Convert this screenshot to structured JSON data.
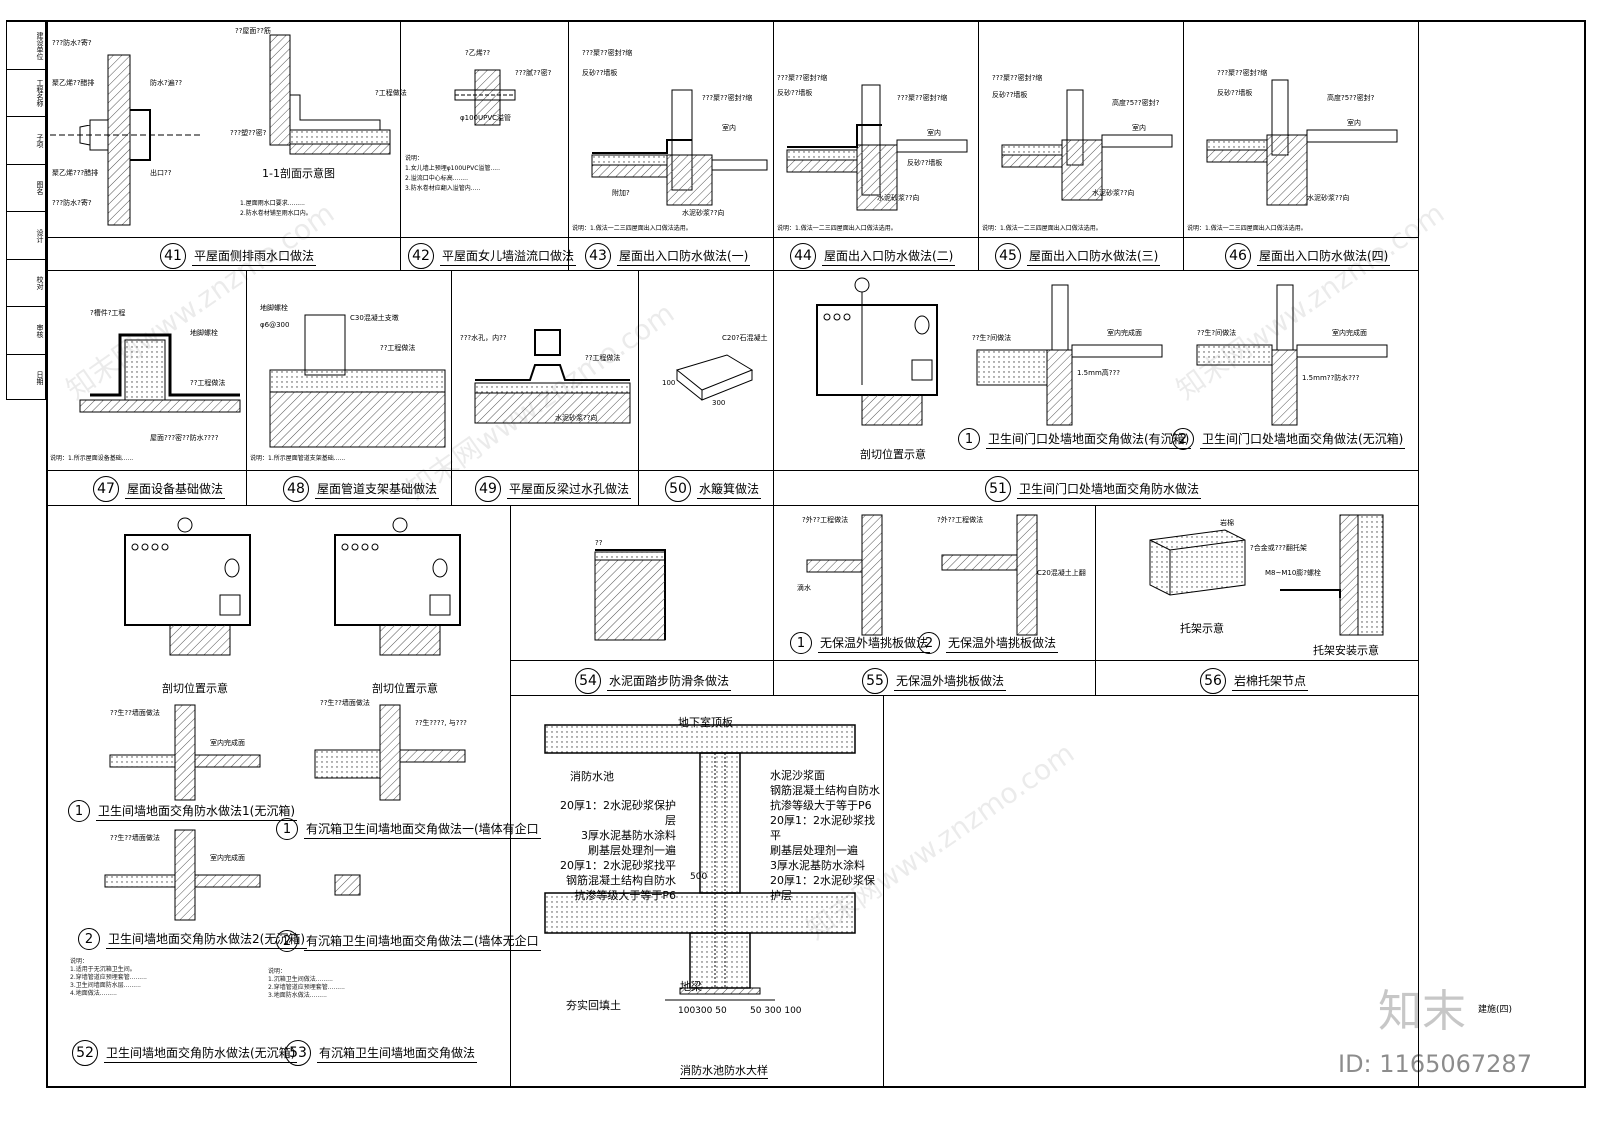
{
  "watermark": {
    "brand": "知末",
    "id": "ID: 1165067287",
    "site": "知末网www.znzmo.com"
  },
  "sheet_tag": "建施(四)",
  "title_block": [
    "建设单位",
    "工程名称",
    "子项",
    "图名",
    "设计",
    "校对",
    "审核",
    "日期"
  ],
  "row1": [
    {
      "num": "41",
      "title": "平屋面侧排雨水口做法"
    },
    {
      "num": "42",
      "title": "平屋面女儿墙溢流口做法"
    },
    {
      "num": "43",
      "title": "屋面出入口防水做法(一)"
    },
    {
      "num": "44",
      "title": "屋面出入口防水做法(二)"
    },
    {
      "num": "45",
      "title": "屋面出入口防水做法(三)"
    },
    {
      "num": "46",
      "title": "屋面出入口防水做法(四)"
    }
  ],
  "row2": [
    {
      "num": "47",
      "title": "屋面设备基础做法"
    },
    {
      "num": "48",
      "title": "屋面管道支架基础做法"
    },
    {
      "num": "49",
      "title": "平屋面反梁过水孔做法"
    },
    {
      "num": "50",
      "title": "水簸箕做法"
    },
    {
      "num": "51",
      "title": "卫生间门口处墙地面交角防水做法"
    }
  ],
  "row2_sub": {
    "d51_1": "卫生间门口处墙地面交角做法(有沉箱)",
    "d51_2": "卫生间门口处墙地面交角做法(无沉箱)",
    "cut_pos": "剖切位置示意"
  },
  "row3": {
    "d52": {
      "num": "52",
      "title": "卫生间墙地面交角防水做法(无沉箱)"
    },
    "d53": {
      "num": "53",
      "title": "有沉箱卫生间墙地面交角做法"
    },
    "d54": {
      "num": "54",
      "title": "水泥面踏步防滑条做法"
    },
    "d55": {
      "num": "55",
      "title": "无保温外墙挑板做法"
    },
    "d56": {
      "num": "56",
      "title": "岩棉托架节点"
    },
    "cut_pos_left": "剖切位置示意",
    "cut_pos_right": "剖切位置示意",
    "d52_1": "卫生间墙地面交角防水做法1(无沉箱)",
    "d52_2": "卫生间墙地面交角防水做法2(无沉箱)",
    "d53_1": "有沉箱卫生间墙地面交角做法一(墙体有企口",
    "d53_2": "有沉箱卫生间墙地面交角做法二(墙体无企口",
    "d55_1": "无保温外墙挑板做法",
    "d55_2": "无保温外墙挑板做法",
    "d56_a": "托架示意",
    "d56_b": "托架安装示意",
    "section_1_1": "1-1剖面示意图"
  },
  "pool": {
    "title": "消防水池防水大样",
    "top_label": "地下室顶板",
    "pool_label": "消防水池",
    "fill_label": "夯实回填土",
    "beam_label": "地梁",
    "left_layers": [
      "20厚1：2水泥砂浆保护层",
      "3厚水泥基防水涂料",
      "刷基层处理剂一遍",
      "20厚1：2水泥砂浆找平",
      "钢筋混凝土结构自防水",
      "抗渗等级大于等于P6"
    ],
    "right_layers": [
      "水泥沙浆面",
      "钢筋混凝土结构自防水",
      "抗渗等级大于等于P6",
      "20厚1：2水泥砂浆找平",
      "刷基层处理剂一遍",
      "3厚水泥基防水涂料",
      "20厚1：2水泥砂浆保护层"
    ],
    "dim_500": "500",
    "dim_left": "100300 50",
    "dim_right": "50 300 100"
  },
  "colors": {
    "line": "#000000",
    "hatch": "#555555",
    "watermark": "#bbbbbb"
  }
}
